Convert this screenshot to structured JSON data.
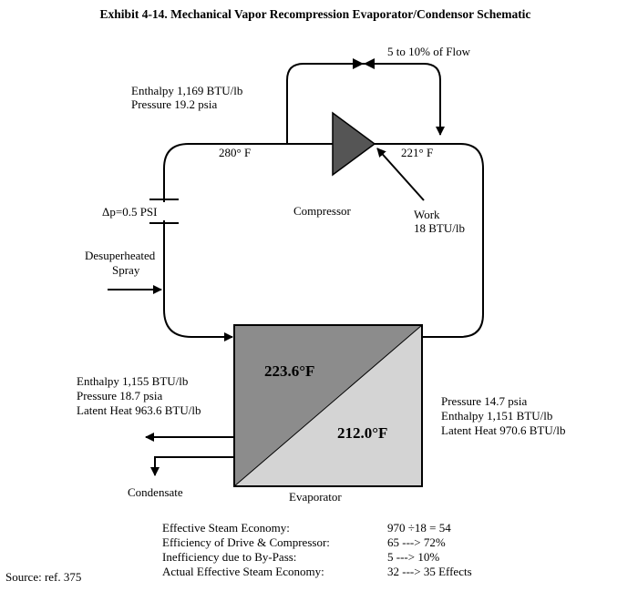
{
  "title": "Exhibit 4-14.  Mechanical Vapor Recompression Evaporator/Condensor Schematic",
  "bypass": {
    "label": "5 to 10% of Flow"
  },
  "compressor_inlet": {
    "enthalpy": "Enthalpy 1,169 BTU/lb",
    "pressure": "Pressure 19.2 psia"
  },
  "temps": {
    "left": "280° F",
    "right": "221° F",
    "evap_hot": "223.6°F",
    "evap_cold": "212.0°F"
  },
  "pressure_drop": "Δp=0.5 PSI",
  "compressor": {
    "label": "Compressor"
  },
  "work": {
    "line1": "Work",
    "line2": "18 BTU/lb"
  },
  "spray": {
    "line1": "Desuperheated",
    "line2": "Spray"
  },
  "left_stream": {
    "enthalpy": "Enthalpy 1,155 BTU/lb",
    "pressure": "Pressure 18.7 psia",
    "latent": "Latent Heat 963.6 BTU/lb"
  },
  "right_stream": {
    "pressure": "Pressure 14.7 psia",
    "enthalpy": "Enthalpy 1,151 BTU/lb",
    "latent": "Latent Heat 970.6 BTU/lb"
  },
  "condensate": "Condensate",
  "evaporator": "Evaporator",
  "colors": {
    "hot": "#8c8c8c",
    "cold": "#d4d4d4",
    "compressor": "#555555"
  },
  "summary": [
    {
      "label": "Effective Steam Economy:",
      "value": "970 ÷18 = 54"
    },
    {
      "label": "Efficiency of Drive & Compressor:",
      "value": "65 ---> 72%"
    },
    {
      "label": "Inefficiency due to By-Pass:",
      "value": "5  ---> 10%"
    },
    {
      "label": "Actual Effective Steam Economy:",
      "value": "32 ---> 35 Effects"
    }
  ],
  "source": "Source: ref. 375"
}
